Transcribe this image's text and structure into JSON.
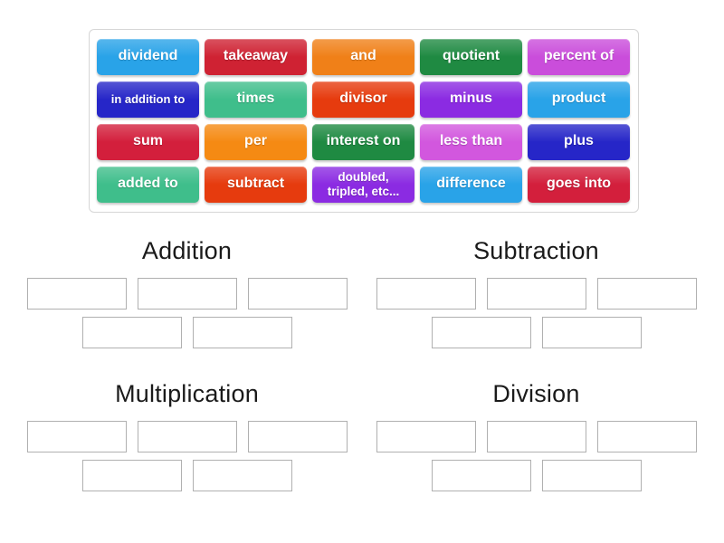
{
  "wordbank": {
    "rows": [
      [
        {
          "label": "dividend",
          "color": "#29a3e8",
          "size": "normal"
        },
        {
          "label": "takeaway",
          "color": "#cf2233",
          "size": "normal"
        },
        {
          "label": "and",
          "color": "#f08018",
          "size": "normal"
        },
        {
          "label": "quotient",
          "color": "#1f8a42",
          "size": "normal"
        },
        {
          "label": "percent of",
          "color": "#ca4ddb",
          "size": "normal"
        }
      ],
      [
        {
          "label": "in addition to",
          "color": "#2626c8",
          "size": "small"
        },
        {
          "label": "times",
          "color": "#3fbe8b",
          "size": "normal"
        },
        {
          "label": "divisor",
          "color": "#e63b0e",
          "size": "normal"
        },
        {
          "label": "minus",
          "color": "#8b2be2",
          "size": "normal"
        },
        {
          "label": "product",
          "color": "#29a3e8",
          "size": "normal"
        }
      ],
      [
        {
          "label": "sum",
          "color": "#d31f3c",
          "size": "normal"
        },
        {
          "label": "per",
          "color": "#f58a13",
          "size": "normal"
        },
        {
          "label": "interest on",
          "color": "#1f8a42",
          "size": "normal"
        },
        {
          "label": "less than",
          "color": "#d257de",
          "size": "normal"
        },
        {
          "label": "plus",
          "color": "#2626c8",
          "size": "normal"
        }
      ],
      [
        {
          "label": "added to",
          "color": "#3fbe8b",
          "size": "normal"
        },
        {
          "label": "subtract",
          "color": "#e63b0e",
          "size": "normal"
        },
        {
          "label": "doubled,\ntripled, etc...",
          "color": "#8b2be2",
          "size": "two-line"
        },
        {
          "label": "difference",
          "color": "#29a3e8",
          "size": "normal"
        },
        {
          "label": "goes into",
          "color": "#d31f3c",
          "size": "normal"
        }
      ]
    ]
  },
  "categories": [
    {
      "id": "addition",
      "title": "Addition",
      "slots_row1": 3,
      "slots_row2": 2
    },
    {
      "id": "subtraction",
      "title": "Subtraction",
      "slots_row1": 3,
      "slots_row2": 2
    },
    {
      "id": "multiplication",
      "title": "Multiplication",
      "slots_row1": 3,
      "slots_row2": 2
    },
    {
      "id": "division",
      "title": "Division",
      "slots_row1": 3,
      "slots_row2": 2
    }
  ],
  "colors": {
    "slot_border": "#b0b0b0",
    "wordbank_border": "#d6d6d6",
    "page_background": "#ffffff",
    "title_text": "#1a1a1a"
  }
}
